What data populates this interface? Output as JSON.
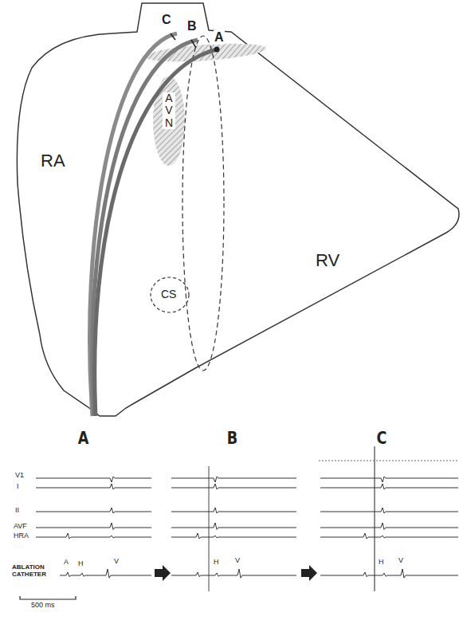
{
  "diagram": {
    "labels": [
      "RA",
      "RV",
      "CS",
      "AVN",
      "C",
      "B",
      "A",
      "A",
      "B",
      "C",
      "V1",
      "I",
      "II",
      "AVF",
      "HRA",
      "ABLATION CATHETER",
      "A",
      "H",
      "V",
      "H",
      "V",
      "H",
      "V",
      "500 ms"
    ]
  }
}
